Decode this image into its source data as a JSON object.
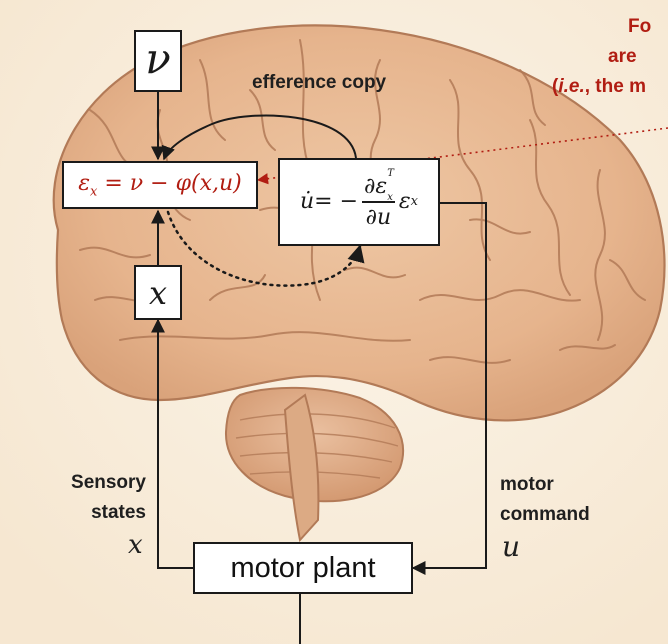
{
  "boxes": {
    "v": "ν",
    "x": "x",
    "motor_plant": "motor plant",
    "error_eq": {
      "epsilon": "ε",
      "sub_x": "x",
      "rhs": " = ν − φ(x,u)"
    },
    "update_eq": {
      "udot": "u̇",
      "eq": " = −",
      "num": "∂ε",
      "num_sub": "x",
      "num_sup": "T",
      "den": "∂u",
      "tail_eps": "ε",
      "tail_sub": "x"
    }
  },
  "labels": {
    "efference_copy": "efference copy",
    "sensory_line1": "Sensory",
    "sensory_line2": "states",
    "sensory_var": "x",
    "motor_line1": "motor",
    "motor_line2": "command",
    "motor_var": "u"
  },
  "callout": {
    "line1": "Fo",
    "line2": "are",
    "line3_italic": "i.e.",
    "line3_open": "(",
    "line3_rest": ", the m"
  },
  "colors": {
    "background": "#f9f1e3",
    "brain_fill": "#e7bb96",
    "brain_line": "#b27a57",
    "ink": "#1a1a1a",
    "accent_red": "#b11d12"
  }
}
